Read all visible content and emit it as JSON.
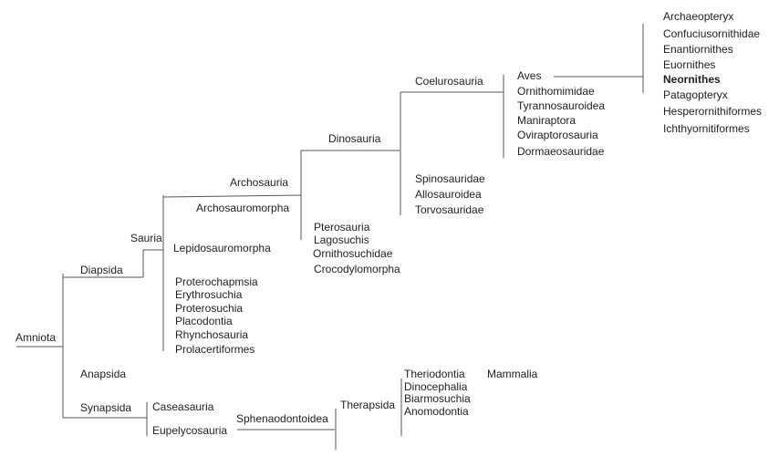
{
  "tree": {
    "root": "Amniota",
    "diapsida": "Diapsida",
    "sauria": "Sauria",
    "archosauria": "Archosauria",
    "archosauromorpha": "Archosauromorpha",
    "lepidosauromorpha": "Lepidosauromorpha",
    "basal_sauria": [
      "Proterochapmsia",
      "Erythrosuchia",
      "Proterosuchia",
      "Placodontia",
      "Rhynchosauria",
      "Prolacertiformes"
    ],
    "dinosauria": "Dinosauria",
    "crurotarsi": [
      "Pterosauria",
      "Lagosuchis",
      "Ornithosuchidae",
      "Crocodylomorpha"
    ],
    "coelurosauria": "Coelurosauria",
    "other_theropods": [
      "Spinosauridae",
      "Allosauroidea",
      "Torvosauridae"
    ],
    "coelurosaur_groups": [
      "Aves",
      "Ornithomimidae",
      "Tyrannosauroidea",
      "Maniraptora",
      "Oviraptorosauria",
      "Dormaeosauridae"
    ],
    "aves_groups": [
      "Archaeopteryx",
      "Confuciusornithidae",
      "Enantiornithes",
      "Euornithes",
      "Neornithes",
      "Patagopteryx",
      "Hesperornithiformes",
      "Ichthyornitiformes"
    ],
    "anapsida": "Anapsida",
    "synapsida": "Synapsida",
    "caseasauria": "Caseasauria",
    "eupelycosauria": "Eupelycosauria",
    "sphenaodontoidea": "Sphenaodontoidea",
    "therapsida": "Therapsida",
    "therapsid_groups": [
      "Theriodontia",
      "Dinocephalia",
      "Biarmosuchia",
      "Anomodontia"
    ],
    "mammalia": "Mammalia"
  },
  "colors": {
    "line": "#555555",
    "text": "#222222"
  }
}
